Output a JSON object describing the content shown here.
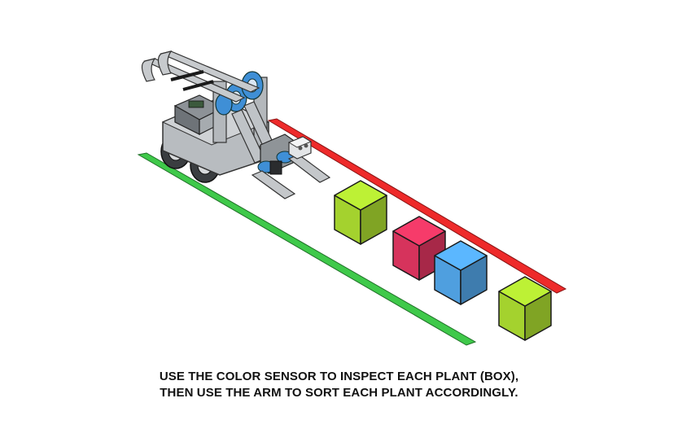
{
  "caption": {
    "line1": "USE THE COLOR SENSOR TO INSPECT EACH PLANT (BOX),",
    "line2": "THEN USE THE ARM TO SORT EACH PLANT ACCORDINGLY."
  },
  "colors": {
    "green_line": "#3fc94a",
    "red_line": "#ee2a2a",
    "box_lime": "#a4d22e",
    "box_crimson": "#d6335c",
    "box_blue": "#4f9fdf",
    "robot_grey": "#b8bcc0",
    "robot_blue": "#3f8fd6"
  },
  "boxes": [
    {
      "name": "lime",
      "color_key": "box_lime"
    },
    {
      "name": "crimson",
      "color_key": "box_crimson"
    },
    {
      "name": "blue",
      "color_key": "box_blue"
    },
    {
      "name": "lime",
      "color_key": "box_lime"
    }
  ]
}
